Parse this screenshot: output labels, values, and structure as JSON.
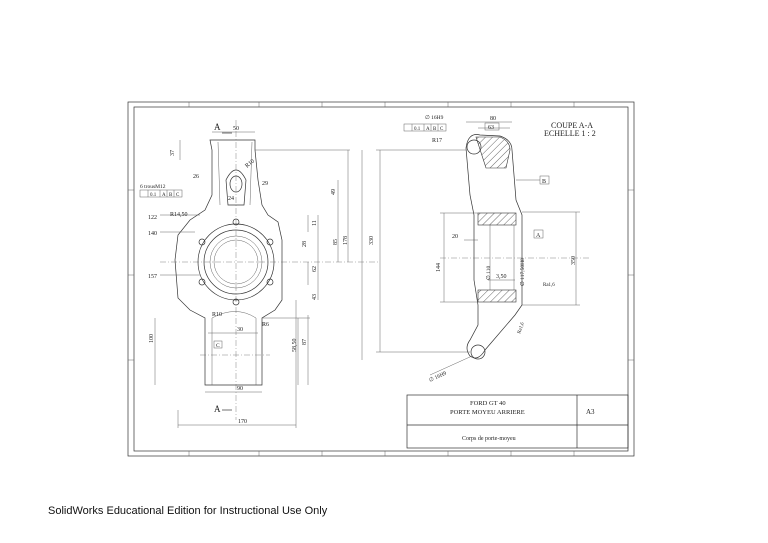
{
  "footer": "SolidWorks Educational Edition for Instructional Use Only",
  "section": {
    "title": "COUPE A-A",
    "scale": "ECHELLE 1 : 2"
  },
  "title_block": {
    "line1": "FORD GT 40",
    "line2": "PORTE MOYEU ARRIERE",
    "part": "Corps de porte-moyeu",
    "format": "A3"
  },
  "front_view": {
    "section_mark_top": "A",
    "section_mark_bottom": "A",
    "dims": {
      "top_width": "50",
      "left_37": "37",
      "r10_top": "R10",
      "d26": "26",
      "d29": "29",
      "d24": "24",
      "thread_note": "6 trousM12",
      "r14": "R14,50",
      "d122": "122",
      "d140": "140",
      "d157": "157",
      "r10_low": "R10",
      "d30": "30",
      "d90": "90",
      "d100": "100",
      "d170": "170",
      "v49": "49",
      "v85": "85",
      "v178": "178",
      "v330": "330",
      "v11": "11",
      "v62": "62",
      "v43": "43",
      "v87": "87",
      "v58": "58,50",
      "v28": "28",
      "r6": "R6"
    },
    "datum_c": "C",
    "tol_frame": [
      "0.1",
      "A",
      "B",
      "C"
    ]
  },
  "section_view": {
    "dims": {
      "d16": "∅ 16H9",
      "w80": "80",
      "w63": "63",
      "r17": "R17",
      "d20": "20",
      "v144": "144",
      "d110": "∅ 110",
      "d117": "∅ 117,50H8",
      "d350": "3,50",
      "v350": "350",
      "ra": "Ra1,6",
      "ra2": "Ra1,6",
      "d16b": "∅ 16H9"
    },
    "datum_b": "B",
    "datum_a": "A",
    "tol_frame": [
      "0.1",
      "A",
      "B",
      "C"
    ]
  }
}
